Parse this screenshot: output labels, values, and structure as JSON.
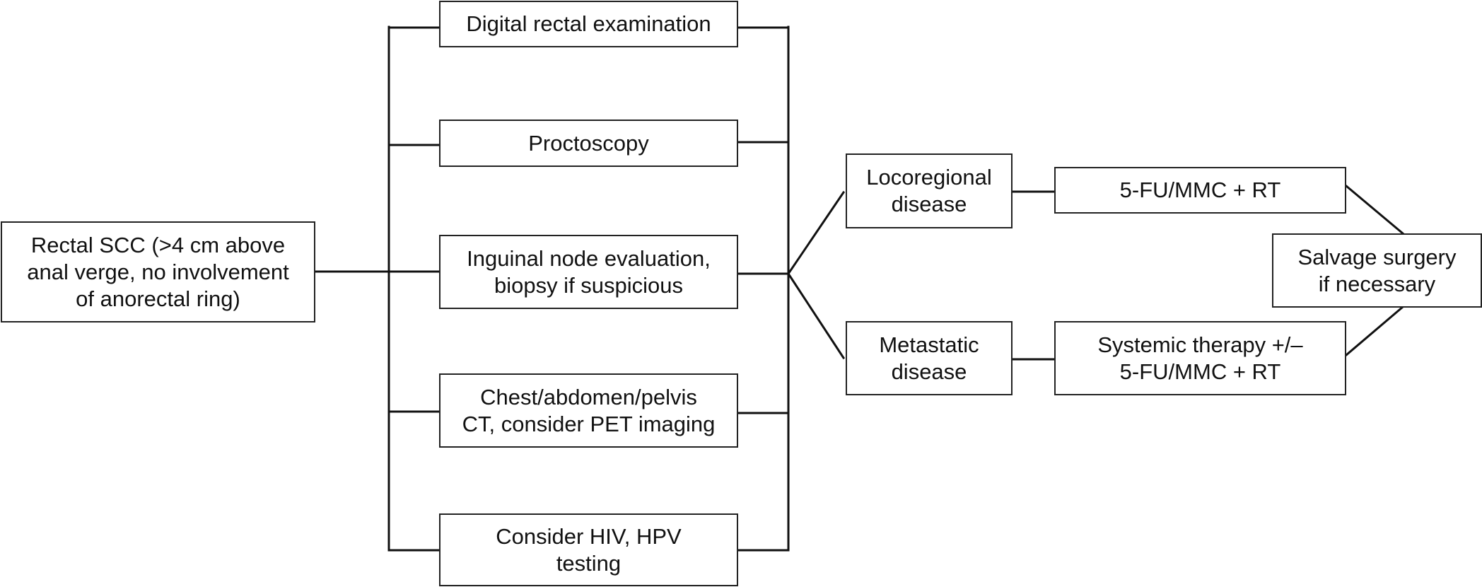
{
  "diagram": {
    "nodes": {
      "start": "Rectal SCC (>4 cm above\nanal verge, no involvement\nof anorectal ring)",
      "workup_1": "Digital rectal examination",
      "workup_2": "Proctoscopy",
      "workup_3": "Inguinal node evaluation,\nbiopsy if suspicious",
      "workup_4": "Chest/abdomen/pelvis\nCT, consider PET imaging",
      "workup_5": "Consider HIV, HPV\ntesting",
      "locoregional": "Locoregional\ndisease",
      "metastatic": "Metastatic\ndisease",
      "locoregional_tx": "5-FU/MMC + RT",
      "metastatic_tx": "Systemic therapy +/–\n5-FU/MMC + RT",
      "salvage": "Salvage surgery\nif necessary"
    },
    "edges": [
      [
        "start",
        "workup_1"
      ],
      [
        "start",
        "workup_2"
      ],
      [
        "start",
        "workup_3"
      ],
      [
        "start",
        "workup_4"
      ],
      [
        "start",
        "workup_5"
      ],
      [
        "workup_1",
        "locoregional"
      ],
      [
        "workup_2",
        "locoregional"
      ],
      [
        "workup_3",
        "locoregional"
      ],
      [
        "workup_4",
        "metastatic"
      ],
      [
        "workup_5",
        "metastatic"
      ],
      [
        "locoregional",
        "locoregional_tx"
      ],
      [
        "metastatic",
        "metastatic_tx"
      ],
      [
        "locoregional_tx",
        "salvage"
      ],
      [
        "metastatic_tx",
        "salvage"
      ]
    ],
    "line_color": "#111111",
    "box_border_color": "#222222"
  }
}
